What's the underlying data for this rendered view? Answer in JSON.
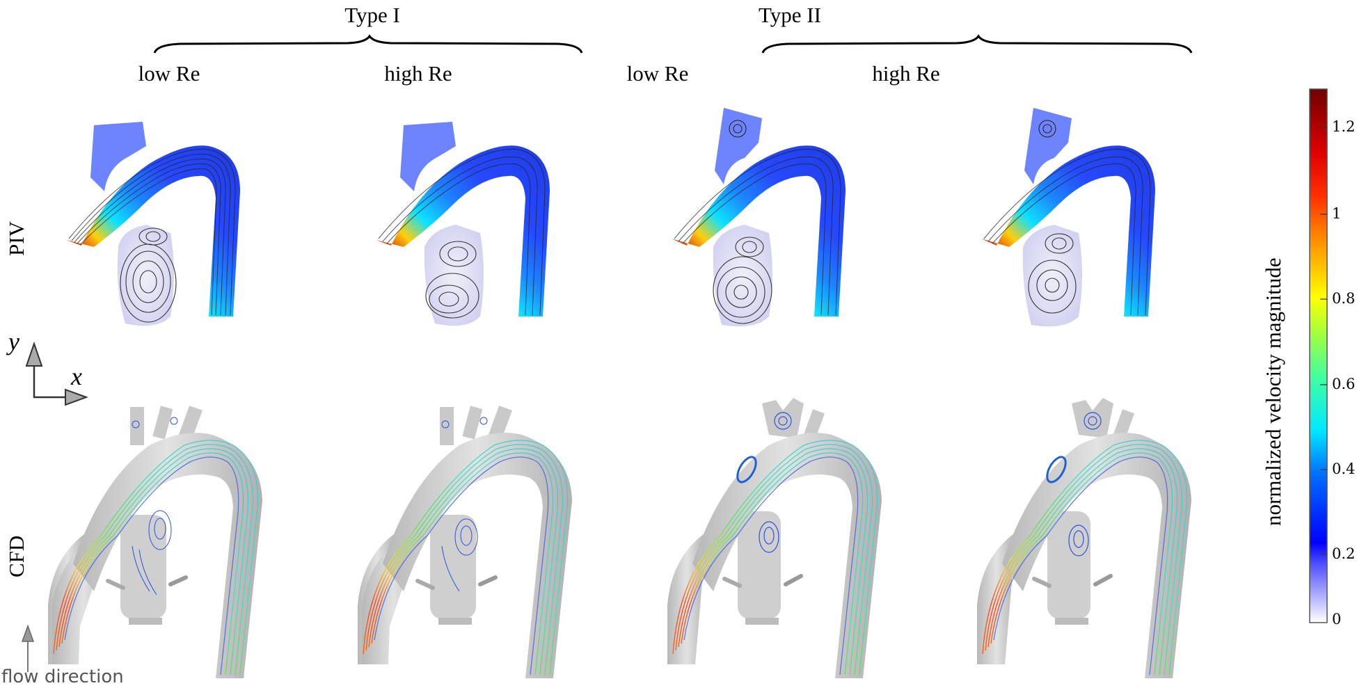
{
  "figure": {
    "groups": [
      {
        "title": "Type I",
        "columns": [
          "low Re",
          "high Re"
        ]
      },
      {
        "title": "Type II",
        "columns": [
          "low Re",
          "high Re"
        ]
      }
    ],
    "rows": [
      "PIV",
      "CFD"
    ],
    "axes": {
      "x": "x",
      "y": "y"
    },
    "flow_direction_label": "flow direction",
    "panels": [
      {
        "row": "PIV",
        "group": "Type I",
        "re": "low Re"
      },
      {
        "row": "PIV",
        "group": "Type I",
        "re": "high Re"
      },
      {
        "row": "PIV",
        "group": "Type II",
        "re": "low Re"
      },
      {
        "row": "PIV",
        "group": "Type II",
        "re": "high Re"
      },
      {
        "row": "CFD",
        "group": "Type I",
        "re": "low Re"
      },
      {
        "row": "CFD",
        "group": "Type I",
        "re": "high Re"
      },
      {
        "row": "CFD",
        "group": "Type II",
        "re": "low Re"
      },
      {
        "row": "CFD",
        "group": "Type II",
        "re": "high Re"
      }
    ]
  },
  "colorbar": {
    "title": "normalized velocity magnitude",
    "ticks": [
      "1.2",
      "1",
      "0.8",
      "0.6",
      "0.4",
      "0.2",
      "0"
    ],
    "range": [
      0,
      1.3
    ],
    "colormap": [
      "#ffffff",
      "#2020ff",
      "#0000ff",
      "#0090ff",
      "#00ffff",
      "#40ff90",
      "#ffff00",
      "#ff8000",
      "#ff0000",
      "#800000"
    ]
  },
  "chart_data": {
    "type": "heatmap",
    "title": "",
    "description": "Velocity streamlines in aortic arch models: PIV (top row) vs CFD (bottom row), Type I and Type II geometries at low and high Reynolds number",
    "rows": [
      "PIV",
      "CFD"
    ],
    "columns": [
      "Type I / low Re",
      "Type I / high Re",
      "Type II / low Re",
      "Type II / high Re"
    ],
    "colorbar_label": "normalized velocity magnitude",
    "colorbar_ticks": [
      0,
      0.2,
      0.4,
      0.6,
      0.8,
      1,
      1.2
    ],
    "colorbar_range": [
      0,
      1.3
    ]
  }
}
